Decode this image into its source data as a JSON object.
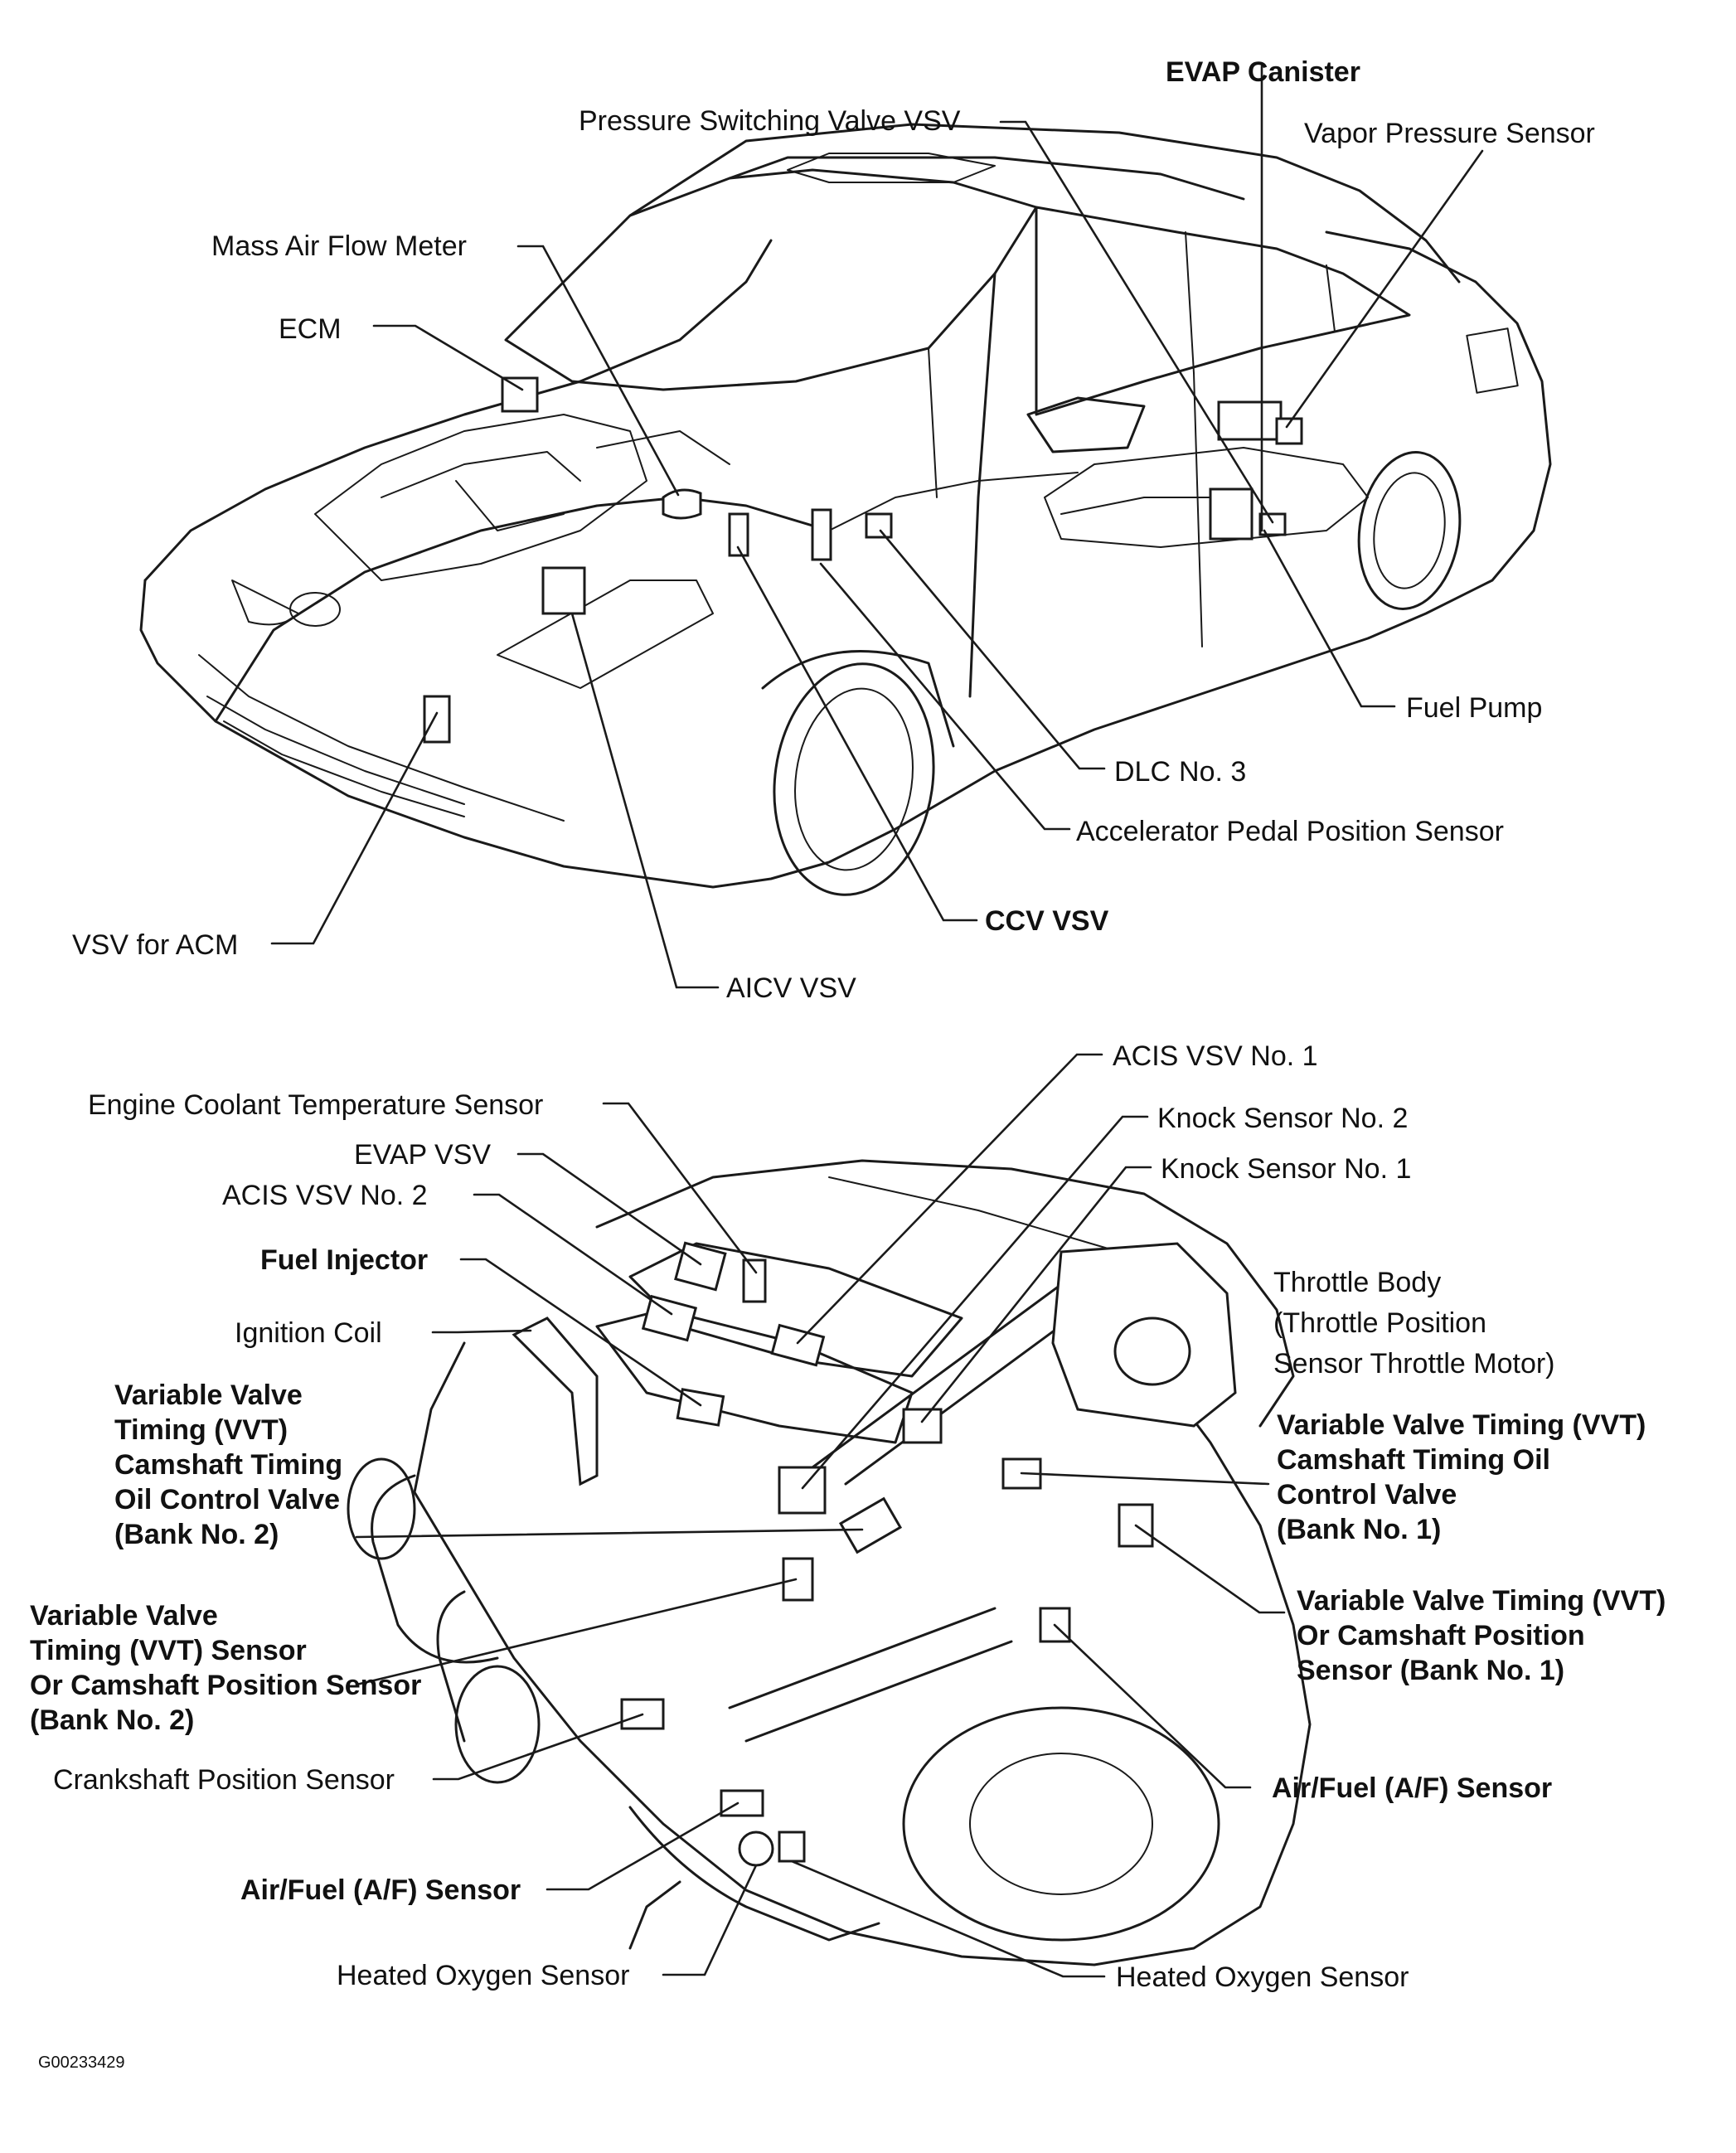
{
  "car": {
    "evap_canister": "EVAP Canister",
    "pressure_switching_valve": "Pressure Switching Valve VSV",
    "vapor_pressure_sensor": "Vapor Pressure Sensor",
    "mass_air_flow_meter": "Mass Air Flow Meter",
    "ecm": "ECM",
    "fuel_pump": "Fuel Pump",
    "dlc_main": "DLC",
    "dlc_suffix": "No. 3",
    "accelerator_pedal_sensor": "Accelerator Pedal Position Sensor",
    "ccv_vsv": "CCV VSV",
    "vsv_for_acm": "VSV for ACM",
    "aicv_vsv": "AICV VSV"
  },
  "engine": {
    "acis_vsv_1": "ACIS VSV No. 1",
    "coolant_temp_sensor": "Engine Coolant Temperature Sensor",
    "knock_sensor_2": "Knock Sensor No. 2",
    "evap_vsv": "EVAP VSV",
    "knock_sensor_1": "Knock Sensor No. 1",
    "acis_vsv_2": "ACIS VSV No. 2",
    "fuel_injector": "Fuel Injector",
    "throttle_body": [
      "Throttle Body",
      "(Throttle Position",
      "Sensor Throttle Motor)"
    ],
    "ignition_coil": "Ignition Coil",
    "vvt_ocv_bank2": [
      "Variable Valve",
      "Timing (VVT)",
      "Camshaft Timing",
      "Oil Control Valve",
      "(Bank No. 2)"
    ],
    "vvt_ocv_bank1": [
      "Variable Valve Timing (VVT)",
      "Camshaft Timing Oil",
      "Control Valve",
      "(Bank No. 1)"
    ],
    "vvt_sensor_bank1": [
      "Variable Valve Timing (VVT)",
      "Or Camshaft Position",
      "Sensor (Bank No. 1)"
    ],
    "vvt_sensor_bank2": [
      "Variable Valve",
      "Timing (VVT) Sensor",
      "Or Camshaft Position Sensor",
      "(Bank No. 2)"
    ],
    "crankshaft_sensor": "Crankshaft Position Sensor",
    "af_sensor_right": "Air/Fuel (A/F) Sensor",
    "af_sensor_left": "Air/Fuel (A/F) Sensor",
    "heated_o2_left": "Heated Oxygen Sensor",
    "heated_o2_right": "Heated Oxygen Sensor"
  },
  "figure_code": "G00233429"
}
